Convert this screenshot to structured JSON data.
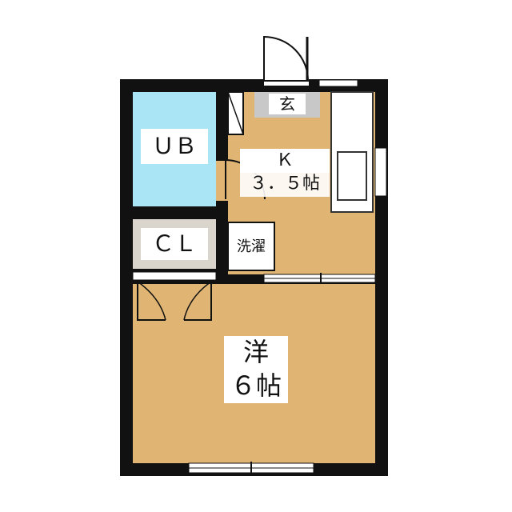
{
  "floorplan": {
    "rooms": {
      "unit_bath": {
        "label": "ＵＢ"
      },
      "closet": {
        "label": "ＣＬ"
      },
      "entrance": {
        "label": "玄"
      },
      "kitchen": {
        "line1": "Ｋ",
        "line2": "３．５帖"
      },
      "washer": {
        "label": "洗濯"
      },
      "western_room": {
        "line1": "洋",
        "line2": "６帖"
      }
    },
    "colors": {
      "wall": "#111111",
      "floor_wood": "#e0b574",
      "bath_tile": "#a9e5f5",
      "closet_floor": "#d9d4cc",
      "entrance_floor": "#c8c8c8",
      "fixture": "#ffffff"
    }
  }
}
